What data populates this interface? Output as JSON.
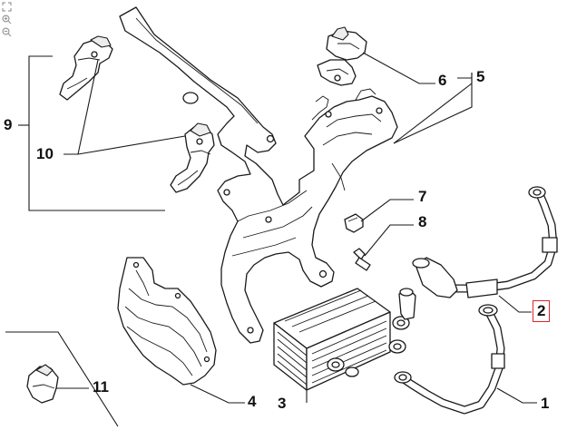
{
  "toolbar": {
    "tools": [
      {
        "name": "fit-to-window",
        "icon": "expand-icon"
      },
      {
        "name": "zoom-in",
        "icon": "zoom-in-icon"
      },
      {
        "name": "zoom-out",
        "icon": "zoom-out-icon"
      }
    ]
  },
  "callouts": {
    "c1": "1",
    "c2": "2",
    "c3": "3",
    "c4": "4",
    "c5": "5",
    "c6": "6",
    "c7": "7",
    "c8": "8",
    "c9": "9",
    "c10": "10",
    "c11": "11"
  },
  "selected_callout": "2",
  "colors": {
    "line": "#1a1a1a",
    "highlight": "#e0242b",
    "background": "#ffffff"
  }
}
